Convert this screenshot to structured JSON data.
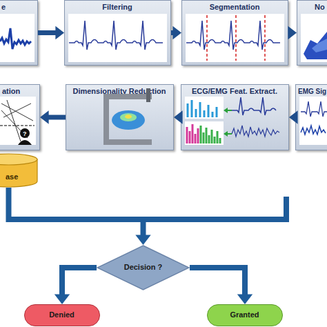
{
  "diagram": {
    "nodes": [
      {
        "text": [
          "e"
        ]
      },
      {
        "text": [
          "Filtering"
        ]
      },
      {
        "text": [
          "Segmentation"
        ]
      },
      {
        "text": [
          "No"
        ]
      },
      {
        "text": [
          "ation"
        ]
      },
      {
        "text": [
          "Dimensionality Reduction"
        ]
      },
      {
        "text": [
          "ECG/EMG Feat. Extract."
        ]
      },
      {
        "text": [
          "EMG Sig"
        ]
      },
      {
        "text": [
          "ase"
        ]
      },
      {
        "text": [
          "Decision ?"
        ]
      },
      {
        "text": [
          "Denied"
        ]
      },
      {
        "text": [
          "Granted"
        ]
      }
    ],
    "edges": [
      {
        "from": 0,
        "to": 1,
        "arrow": "to"
      },
      {
        "from": 1,
        "to": 2,
        "arrow": "to"
      },
      {
        "from": 2,
        "to": 3,
        "arrow": "to"
      },
      {
        "from": 7,
        "to": 6,
        "arrow": "to"
      },
      {
        "from": 6,
        "to": 5,
        "arrow": "to"
      },
      {
        "from": 5,
        "to": 4,
        "arrow": "to"
      },
      {
        "from": 8,
        "to": 9,
        "arrow": "to"
      },
      {
        "from": 9,
        "to": 10,
        "arrow": "to"
      },
      {
        "from": 9,
        "to": 11,
        "arrow": "to"
      }
    ],
    "labels": [
      "?"
    ]
  }
}
